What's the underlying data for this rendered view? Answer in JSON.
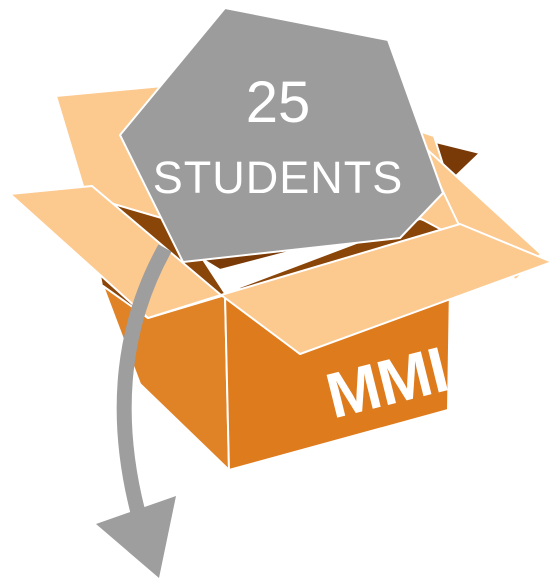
{
  "badge": {
    "count": "25",
    "label": "STUDENTS"
  },
  "box": {
    "label": "MMI"
  },
  "icons": {
    "badge": "gray-hexagon-badge-icon",
    "box": "open-cardboard-box-icon",
    "arrow": "curved-down-arrow-icon"
  },
  "colors": {
    "box_front": "#DE7B1C",
    "box_side": "#E18124",
    "box_inner": "#7A3A08",
    "box_flap": "#FCC98F",
    "badge_gray": "#9C9C9C",
    "text": "#FFFFFF",
    "arrow_gray": "#9E9E9E"
  }
}
